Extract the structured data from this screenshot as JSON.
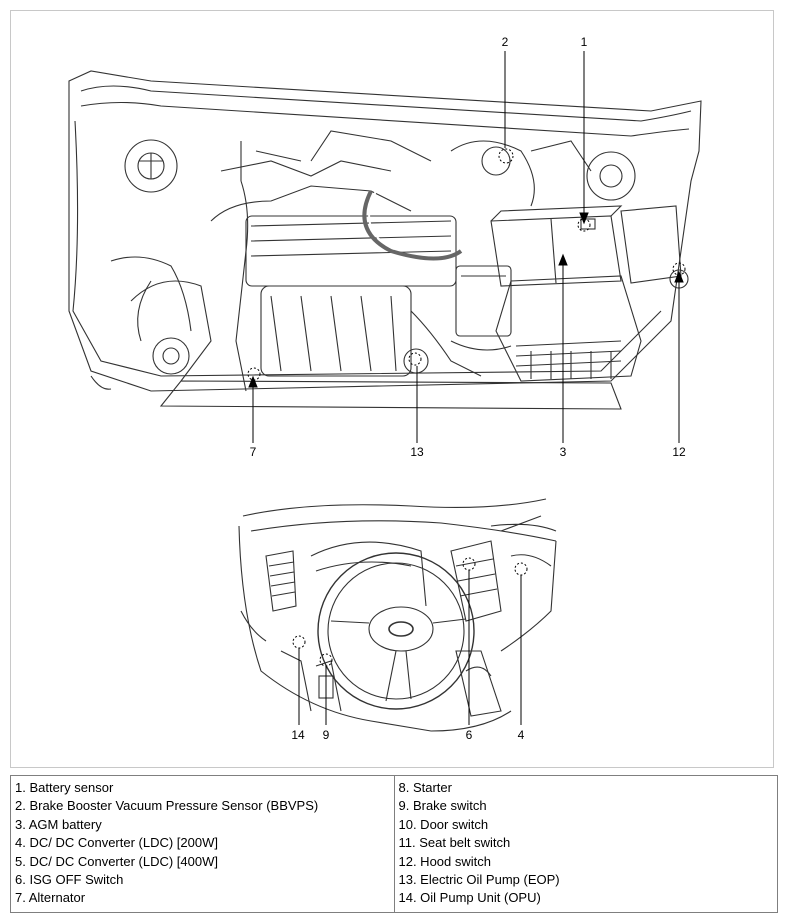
{
  "engine_callouts": [
    "2",
    "1",
    "7",
    "13",
    "3",
    "12"
  ],
  "cabin_callouts": [
    "14",
    "9",
    "6",
    "4"
  ],
  "legend": {
    "left": [
      "1. Battery sensor",
      "2. Brake Booster Vacuum Pressure Sensor (BBVPS)",
      "3. AGM battery",
      "4. DC/ DC Converter (LDC) [200W]",
      "5. DC/ DC Converter (LDC) [400W]",
      "6. ISG OFF Switch",
      "7. Alternator"
    ],
    "right": [
      "8. Starter",
      "9. Brake switch",
      "10. Door switch",
      "11. Seat belt switch",
      "12. Hood switch",
      "13. Electric Oil Pump (EOP)",
      "14. Oil Pump Unit (OPU)"
    ]
  }
}
